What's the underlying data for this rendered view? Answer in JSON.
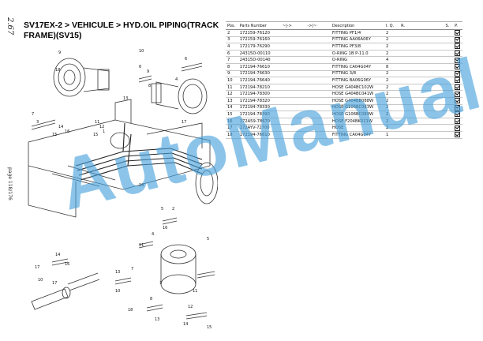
{
  "document": {
    "side_code": "2.67",
    "side_page": "page 118/176",
    "title": "SV17EX-2 > VEHICULE > HYD.OIL PIPING(TRACK FRAME)(SV15)",
    "watermark": "AutoManual",
    "watermark_color": "#46a0dc"
  },
  "table": {
    "headers": {
      "pos": "Pos.",
      "part_number": "Parts Number",
      "from": "~|->",
      "to": "->|~",
      "description": "Description",
      "iq": "I. Q.",
      "r": "R.",
      "s": "S.",
      "p": "P."
    },
    "rows": [
      {
        "pos": "2",
        "part_number": "172159-76120",
        "description": "FITTING PF1/4",
        "iq": "2"
      },
      {
        "pos": "3",
        "part_number": "172159-76160",
        "description": "FITTING AA06A06Y",
        "iq": "2"
      },
      {
        "pos": "4",
        "part_number": "172179-76290",
        "description": "FITTING PF3/8",
        "iq": "2"
      },
      {
        "pos": "6",
        "part_number": "24315D-00110",
        "description": "O-RING 1B P-11.0",
        "iq": "2"
      },
      {
        "pos": "7",
        "part_number": "24315D-00140",
        "description": "O-RING",
        "iq": "4"
      },
      {
        "pos": "8",
        "part_number": "172194-76610",
        "description": "FITTING CA04G04Y",
        "iq": "8"
      },
      {
        "pos": "9",
        "part_number": "172194-76630",
        "description": "FITTING 3/8",
        "iq": "2"
      },
      {
        "pos": "10",
        "part_number": "172194-76640",
        "description": "FITTING BA06G06Y",
        "iq": "2"
      },
      {
        "pos": "11",
        "part_number": "172194-78210",
        "description": "HOSE G404BC102W",
        "iq": "2"
      },
      {
        "pos": "12",
        "part_number": "172194-78300",
        "description": "HOSE G404BC041W",
        "iq": "2"
      },
      {
        "pos": "13",
        "part_number": "172194-78320",
        "description": "HOSE G404BB088W",
        "iq": "2"
      },
      {
        "pos": "14",
        "part_number": "172194-78330",
        "description": "HOSE G106BC083W",
        "iq": "2"
      },
      {
        "pos": "15",
        "part_number": "172194-78390",
        "description": "HOSE G106BC089W",
        "iq": "2"
      },
      {
        "pos": "16",
        "part_number": "172A59-78670",
        "description": "HOSE F204BK021W",
        "iq": "2"
      },
      {
        "pos": "17",
        "part_number": "172AYV-72700",
        "description": "HOSE",
        "iq": "2"
      },
      {
        "pos": "18",
        "part_number": "172194-76610",
        "description": "FITTING CA04G04Y",
        "iq": "1"
      }
    ]
  },
  "callouts": [
    "9",
    "18",
    "7",
    "3",
    "14",
    "16",
    "11",
    "12",
    "1",
    "10",
    "6",
    "9",
    "8",
    "15",
    "15",
    "13",
    "18",
    "4",
    "6",
    "17",
    "5",
    "2",
    "16",
    "4",
    "5",
    "11",
    "13",
    "7",
    "8",
    "12",
    "17",
    "10",
    "14",
    "17",
    "16",
    "10",
    "1",
    "11",
    "18",
    "13",
    "14",
    "15"
  ]
}
